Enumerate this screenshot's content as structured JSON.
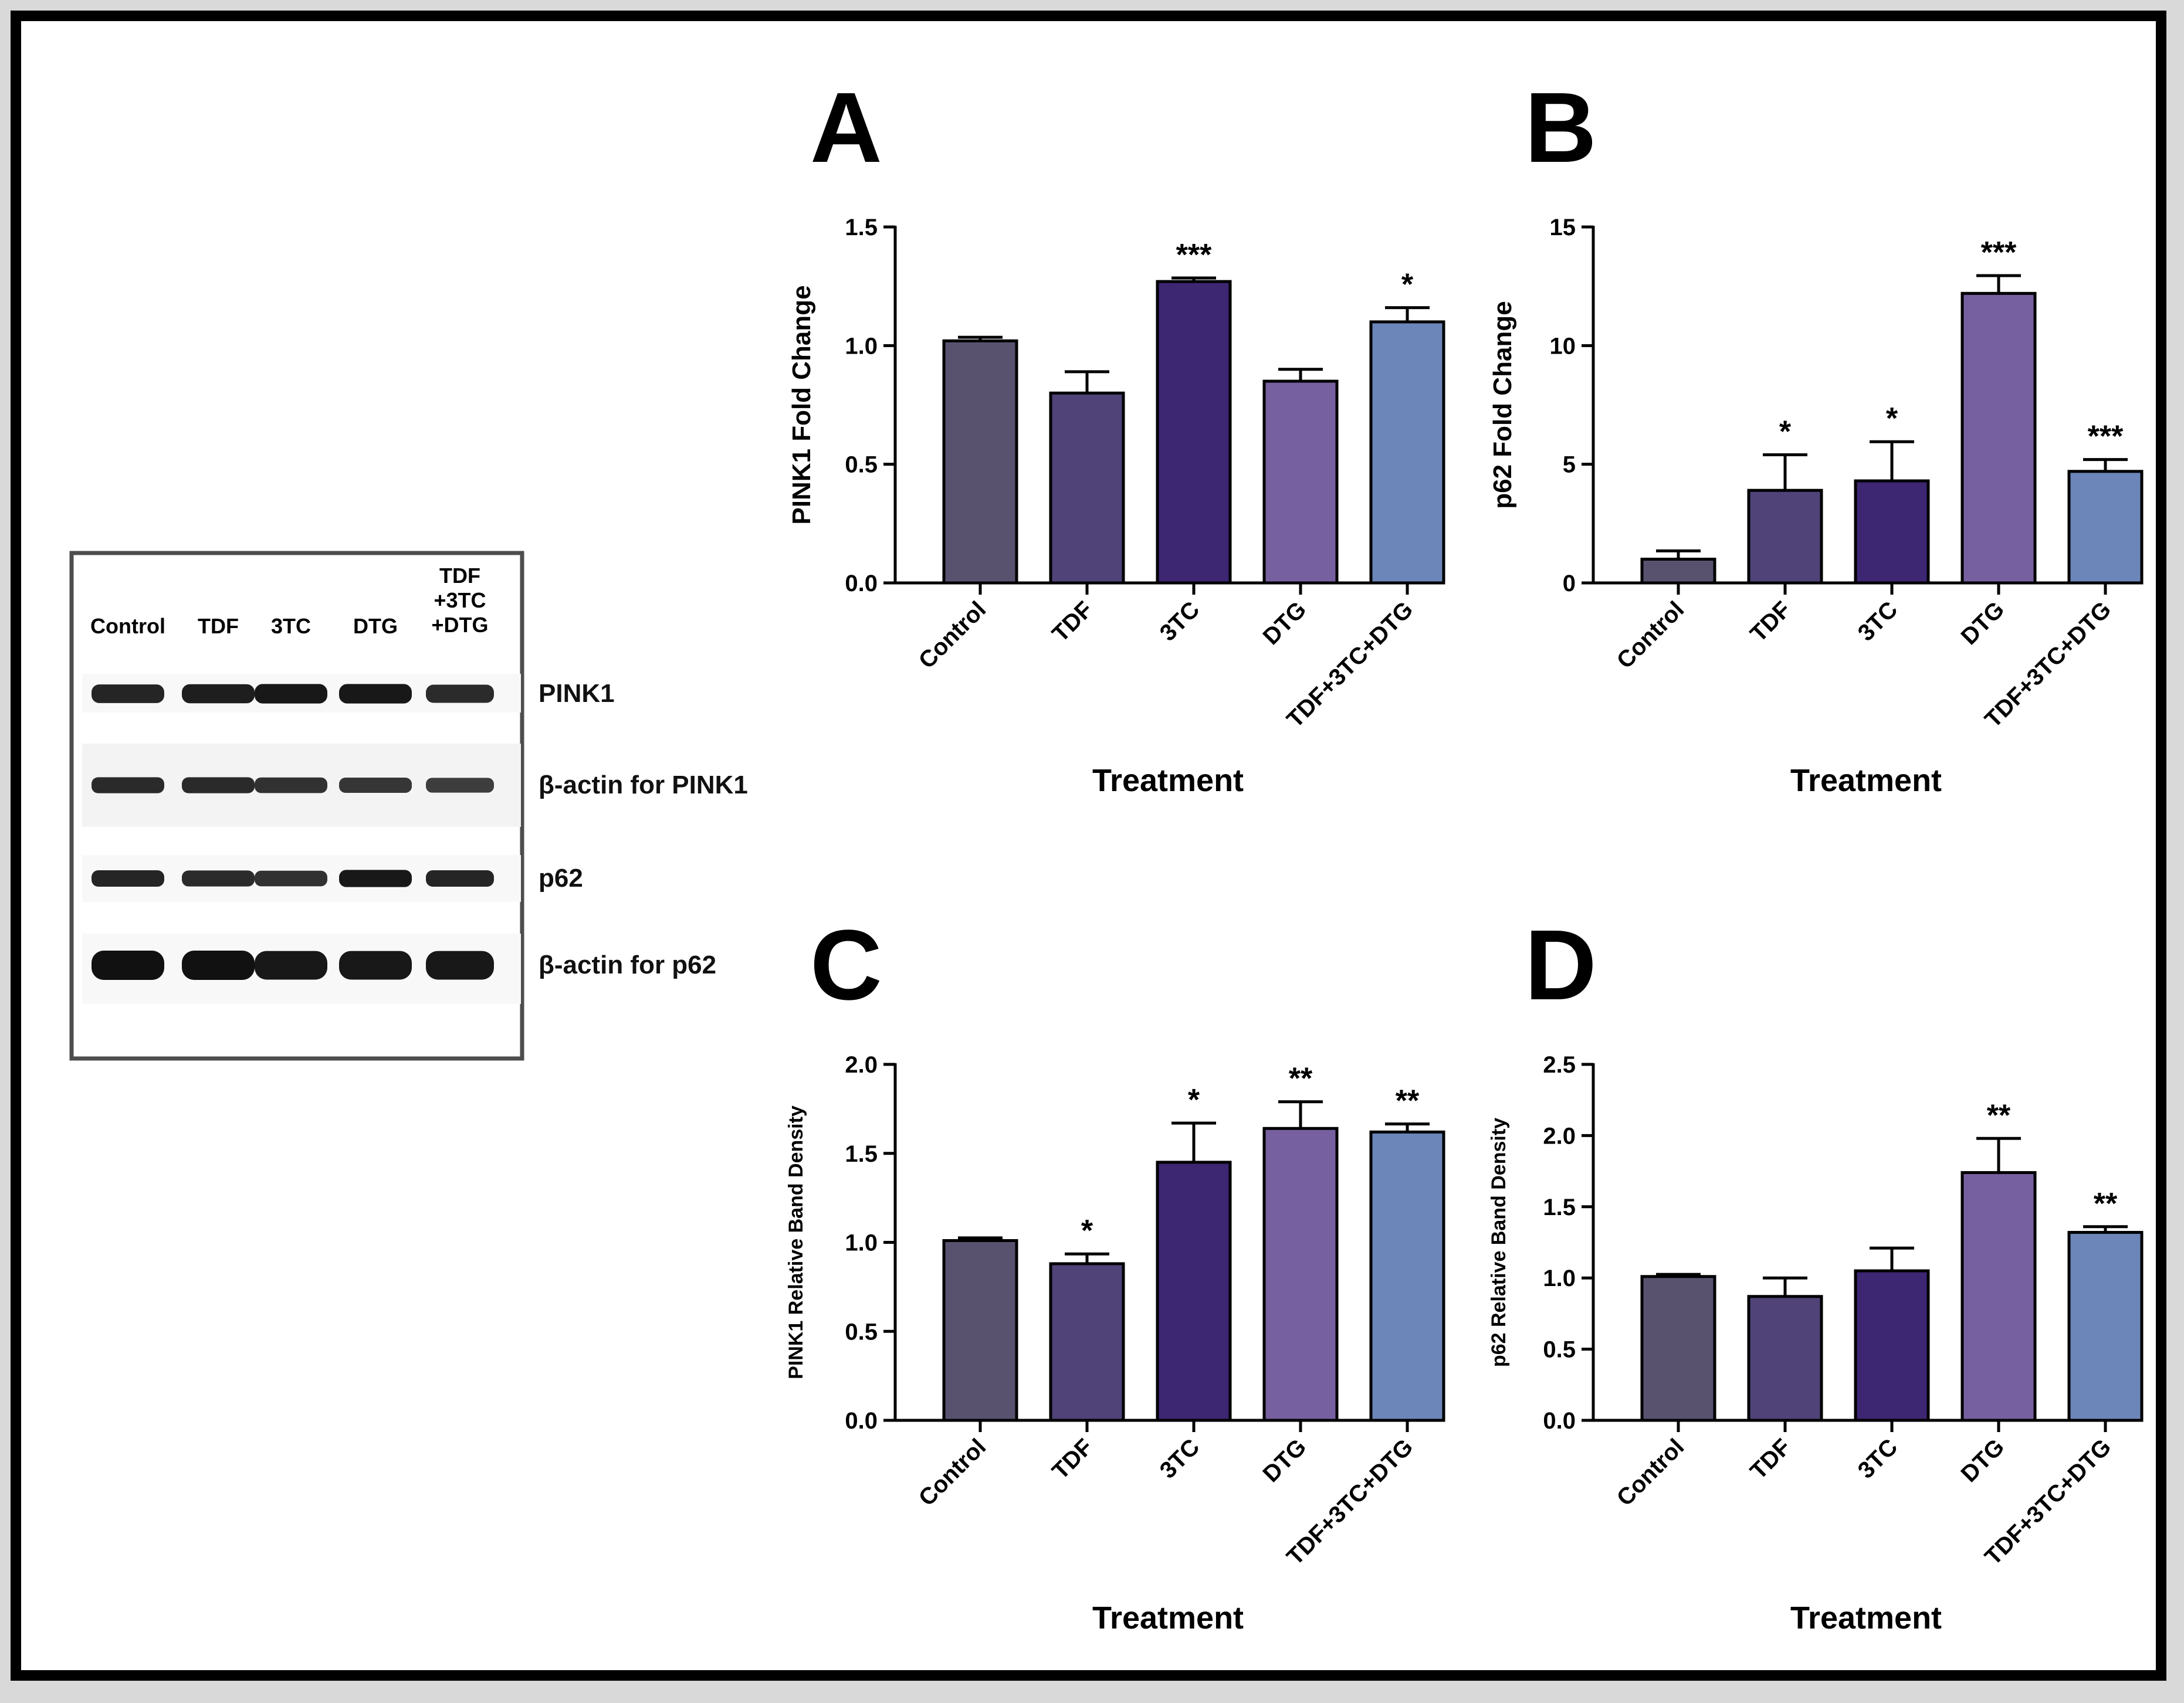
{
  "blot": {
    "lanes": [
      {
        "label": "Control"
      },
      {
        "label": "TDF"
      },
      {
        "label": "3TC"
      },
      {
        "label": "DTG"
      },
      {
        "lines": [
          "TDF",
          "+3TC",
          "+DTG"
        ]
      }
    ],
    "rows": [
      {
        "label": "PINK1",
        "intensity": [
          0.85,
          0.9,
          0.95,
          0.95,
          0.8
        ]
      },
      {
        "label": "β-actin for PINK1",
        "intensity": [
          0.8,
          0.8,
          0.75,
          0.7,
          0.65
        ]
      },
      {
        "label": "p62",
        "intensity": [
          0.85,
          0.8,
          0.75,
          0.95,
          0.85
        ]
      },
      {
        "label": "β-actin for p62",
        "intensity": [
          1.0,
          1.0,
          0.95,
          0.95,
          0.95
        ]
      }
    ]
  },
  "chart_data": [
    {
      "panel": "A",
      "type": "bar",
      "categories": [
        "Control",
        "TDF",
        "3TC",
        "DTG",
        "TDF+3TC+DTG"
      ],
      "values": [
        1.02,
        0.8,
        1.27,
        0.85,
        1.1
      ],
      "errors": [
        0.015,
        0.09,
        0.015,
        0.05,
        0.06
      ],
      "significance": [
        "",
        "",
        "***",
        "",
        "*"
      ],
      "ylabel": "PINK1 Fold Change",
      "xlabel": "Treatment",
      "ylim": [
        0,
        1.5
      ],
      "yticks": [
        0.0,
        0.5,
        1.0,
        1.5
      ],
      "tick_format": 1
    },
    {
      "panel": "B",
      "type": "bar",
      "categories": [
        "Control",
        "TDF",
        "3TC",
        "DTG",
        "TDF+3TC+DTG"
      ],
      "values": [
        1.0,
        3.9,
        4.3,
        12.2,
        4.7
      ],
      "errors": [
        0.35,
        1.5,
        1.65,
        0.75,
        0.5
      ],
      "significance": [
        "",
        "*",
        "*",
        "***",
        "***"
      ],
      "ylabel": "p62 Fold Change",
      "xlabel": "Treatment",
      "ylim": [
        0,
        15
      ],
      "yticks": [
        0,
        5,
        10,
        15
      ],
      "tick_format": 0
    },
    {
      "panel": "C",
      "type": "bar",
      "categories": [
        "Control",
        "TDF",
        "3TC",
        "DTG",
        "TDF+3TC+DTG"
      ],
      "values": [
        1.01,
        0.88,
        1.45,
        1.64,
        1.62
      ],
      "errors": [
        0.015,
        0.055,
        0.22,
        0.15,
        0.045
      ],
      "significance": [
        "",
        "*",
        "*",
        "**",
        "**"
      ],
      "ylabel": "PINK1 Relative Band Density",
      "xlabel": "Treatment",
      "ylim": [
        0,
        2.0
      ],
      "yticks": [
        0.0,
        0.5,
        1.0,
        1.5,
        2.0
      ],
      "tick_format": 1
    },
    {
      "panel": "D",
      "type": "bar",
      "categories": [
        "Control",
        "TDF",
        "3TC",
        "DTG",
        "TDF+3TC+DTG"
      ],
      "values": [
        1.01,
        0.87,
        1.05,
        1.74,
        1.32
      ],
      "errors": [
        0.015,
        0.13,
        0.16,
        0.24,
        0.04
      ],
      "significance": [
        "",
        "",
        "",
        "**",
        "**"
      ],
      "ylabel": "p62 Relative Band Density",
      "xlabel": "Treatment",
      "ylim": [
        0,
        2.5
      ],
      "yticks": [
        0.0,
        0.5,
        1.0,
        1.5,
        2.0,
        2.5
      ],
      "tick_format": 1
    }
  ],
  "colors": {
    "bars": [
      "#59526f",
      "#4f4378",
      "#3d2672",
      "#7760a0",
      "#6c86ba"
    ],
    "axis": "#000000",
    "band": "#111111"
  }
}
